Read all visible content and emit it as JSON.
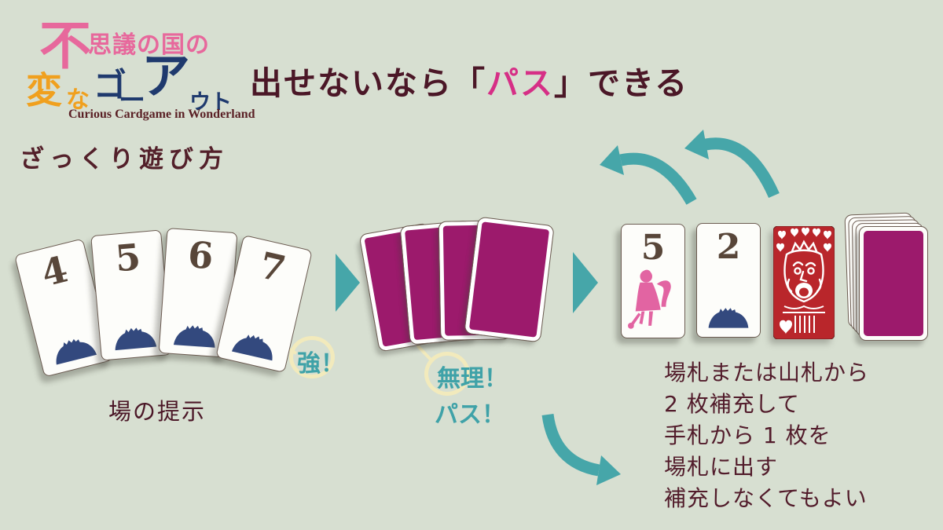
{
  "logo": {
    "fu": "不",
    "shigi_no_kuni_no": "思議の国の",
    "hen": "変",
    "na": "な",
    "go": "ゴ",
    "dash": "ー",
    "a": "ア",
    "uto": "ウト",
    "english": "Curious Cardgame in Wonderland"
  },
  "heading": {
    "before": "出せないなら",
    "bracket_open": "「",
    "highlight": "パス",
    "bracket_close": "」",
    "after": "できる"
  },
  "section_label": "ざっくり遊び方",
  "left_group": {
    "cards": [
      "4",
      "5",
      "6",
      "7"
    ],
    "caption": "場の提示"
  },
  "callouts": {
    "strong": "強！",
    "impossible": "無理！",
    "pass": "パス！"
  },
  "right_group": {
    "card_five": "5",
    "card_two": "2"
  },
  "instructions": {
    "lines": [
      "場札または山札から",
      "2 枚補充して",
      "手札から 1 枚を",
      "場札に出す",
      "補充しなくてもよい"
    ]
  },
  "colors": {
    "background": "#d7dfd1",
    "card_back_magenta": "#9c1a6c",
    "arrow_teal": "#46a6a9",
    "text_maroon": "#4b1727",
    "highlight_pink": "#d62f86",
    "logo_pink": "#e7689c",
    "logo_orange": "#f0a01e",
    "logo_navy": "#1f3a6e",
    "bubble_cream": "#f2eabc",
    "queen_red": "#b9262b",
    "alice_pink": "#e264a2",
    "hedgehog_navy": "#33497e",
    "number_brown": "#584639"
  }
}
